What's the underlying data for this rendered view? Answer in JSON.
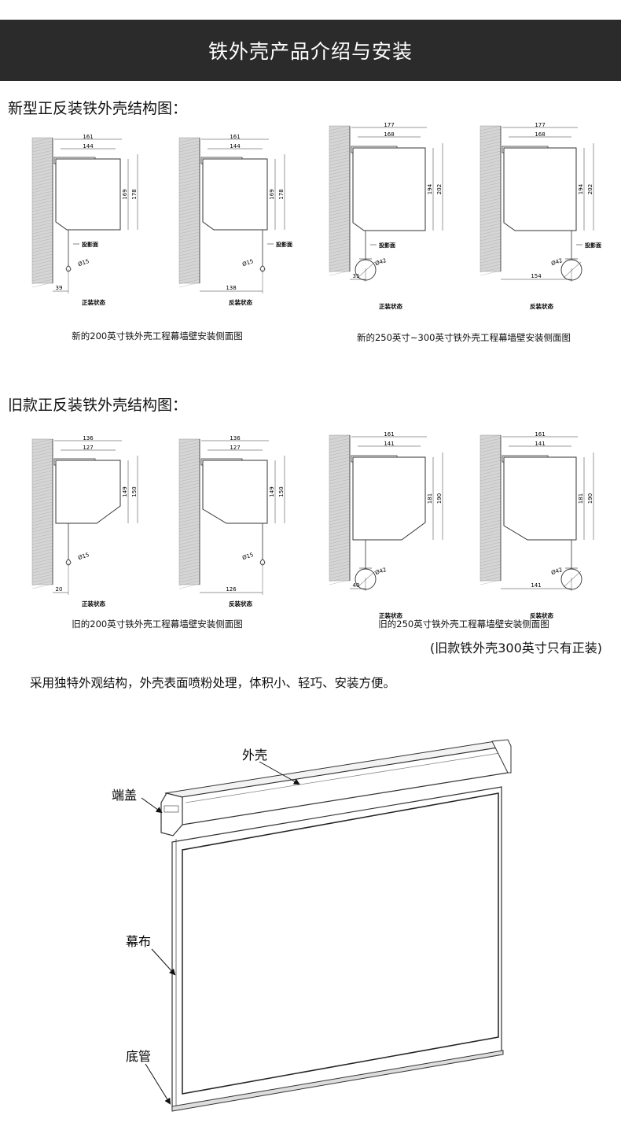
{
  "header": {
    "title": "铁外壳产品介绍与安装"
  },
  "section_new": {
    "title": "新型正反装铁外壳结构图：",
    "caption_200": "新的200英寸铁外壳工程幕墙壁安装侧面图",
    "caption_250": "新的250英寸~300英寸铁外壳工程幕墙壁安装侧面图"
  },
  "section_old": {
    "title": "旧款正反装铁外壳结构图：",
    "caption_200": "旧的200英寸铁外壳工程幕墙壁安装侧面图",
    "caption_250": "旧的250英寸铁外壳工程幕墙壁安装侧面图",
    "note": "(旧款铁外壳300英寸只有正装)"
  },
  "labels": {
    "normal": "正装状态",
    "reverse": "反装状态",
    "projection": "投影面"
  },
  "figures": {
    "new200_normal": {
      "w_outer": "161",
      "w_inner": "144",
      "h1": "169",
      "h2": "178",
      "dia": "Ø15",
      "offset": "39"
    },
    "new200_reverse": {
      "w_outer": "161",
      "w_inner": "144",
      "h1": "169",
      "h2": "178",
      "dia": "Ø15",
      "offset": "138"
    },
    "new250_normal": {
      "w_outer": "177",
      "w_inner": "168",
      "h1": "194",
      "h2": "202",
      "dia": "Ø42",
      "offset": "31"
    },
    "new250_reverse": {
      "w_outer": "177",
      "w_inner": "168",
      "h1": "194",
      "h2": "202",
      "dia": "Ø42",
      "offset": "154"
    },
    "old200_normal": {
      "w_outer": "136",
      "w_inner": "127",
      "h1": "149",
      "h2": "150",
      "dia": "Ø15",
      "offset": "20"
    },
    "old200_reverse": {
      "w_outer": "136",
      "w_inner": "127",
      "h1": "149",
      "h2": "150",
      "dia": "Ø15",
      "offset": "126"
    },
    "old250_normal": {
      "w_outer": "161",
      "w_inner": "141",
      "h1": "181",
      "h2": "190",
      "dia": "Ø42",
      "offset": "40"
    },
    "old250_reverse": {
      "w_outer": "161",
      "w_inner": "141",
      "h1": "181",
      "h2": "190",
      "dia": "Ø42",
      "offset": "141"
    }
  },
  "description": "采用独特外观结构，外壳表面喷粉处理，体积小、轻巧、安装方便。",
  "product": {
    "shell": "外壳",
    "end_cap": "端盖",
    "screen": "幕布",
    "bottom_tube": "底管"
  }
}
